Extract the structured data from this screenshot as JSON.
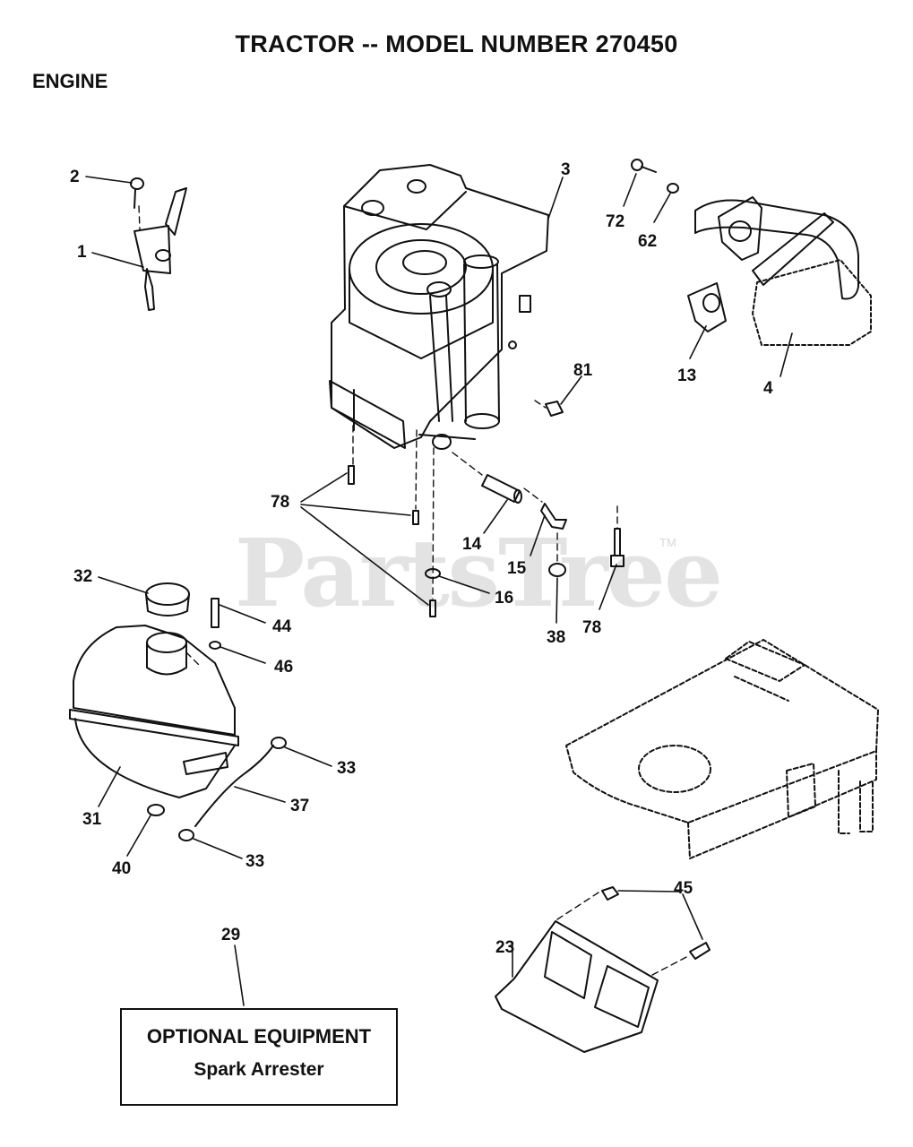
{
  "header": {
    "title": "TRACTOR -- MODEL NUMBER 270450",
    "section": "ENGINE"
  },
  "watermark": {
    "text": "PartsTree",
    "trademark": "TM"
  },
  "callouts": {
    "c1": "1",
    "c2": "2",
    "c3": "3",
    "c4": "4",
    "c13": "13",
    "c14": "14",
    "c15": "15",
    "c16": "16",
    "c23": "23",
    "c29": "29",
    "c31": "31",
    "c32": "32",
    "c33a": "33",
    "c33b": "33",
    "c37": "37",
    "c38": "38",
    "c40": "40",
    "c44": "44",
    "c45": "45",
    "c46": "46",
    "c62": "62",
    "c72": "72",
    "c78a": "78",
    "c78b": "78",
    "c81": "81"
  },
  "optional": {
    "title": "OPTIONAL EQUIPMENT",
    "item": "Spark Arrester"
  }
}
